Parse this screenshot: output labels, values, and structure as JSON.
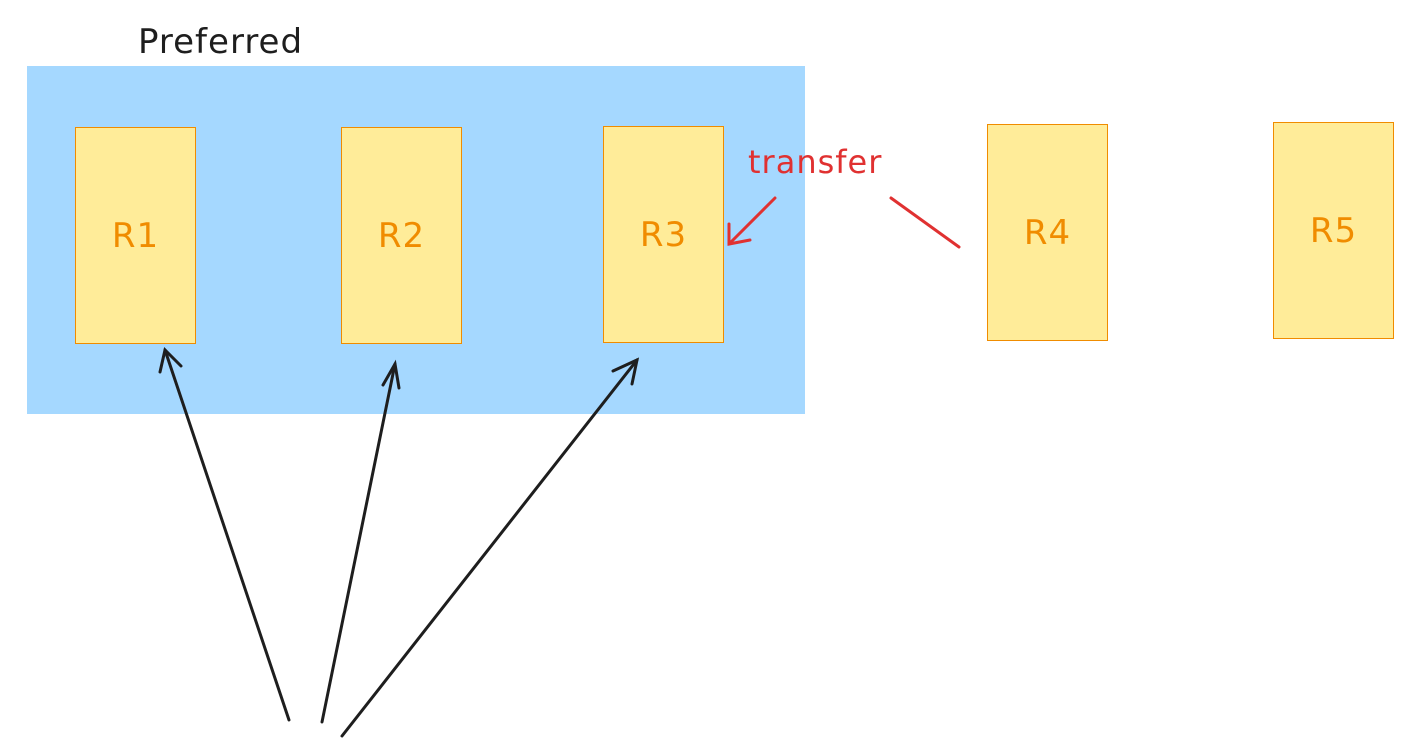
{
  "group": {
    "label": "Preferred",
    "fill": "#a5d8ff"
  },
  "replicas": [
    {
      "id": "r1",
      "label": "R1"
    },
    {
      "id": "r2",
      "label": "R2"
    },
    {
      "id": "r3",
      "label": "R3"
    },
    {
      "id": "r4",
      "label": "R4"
    },
    {
      "id": "r5",
      "label": "R5"
    }
  ],
  "edges": {
    "transfer_label": "transfer",
    "transfer_color": "#e03131",
    "routing_color": "#1e1e1e"
  },
  "colors": {
    "replica_fill": "#ffec99",
    "replica_stroke": "#f08c00",
    "text": "#1e1e1e"
  }
}
